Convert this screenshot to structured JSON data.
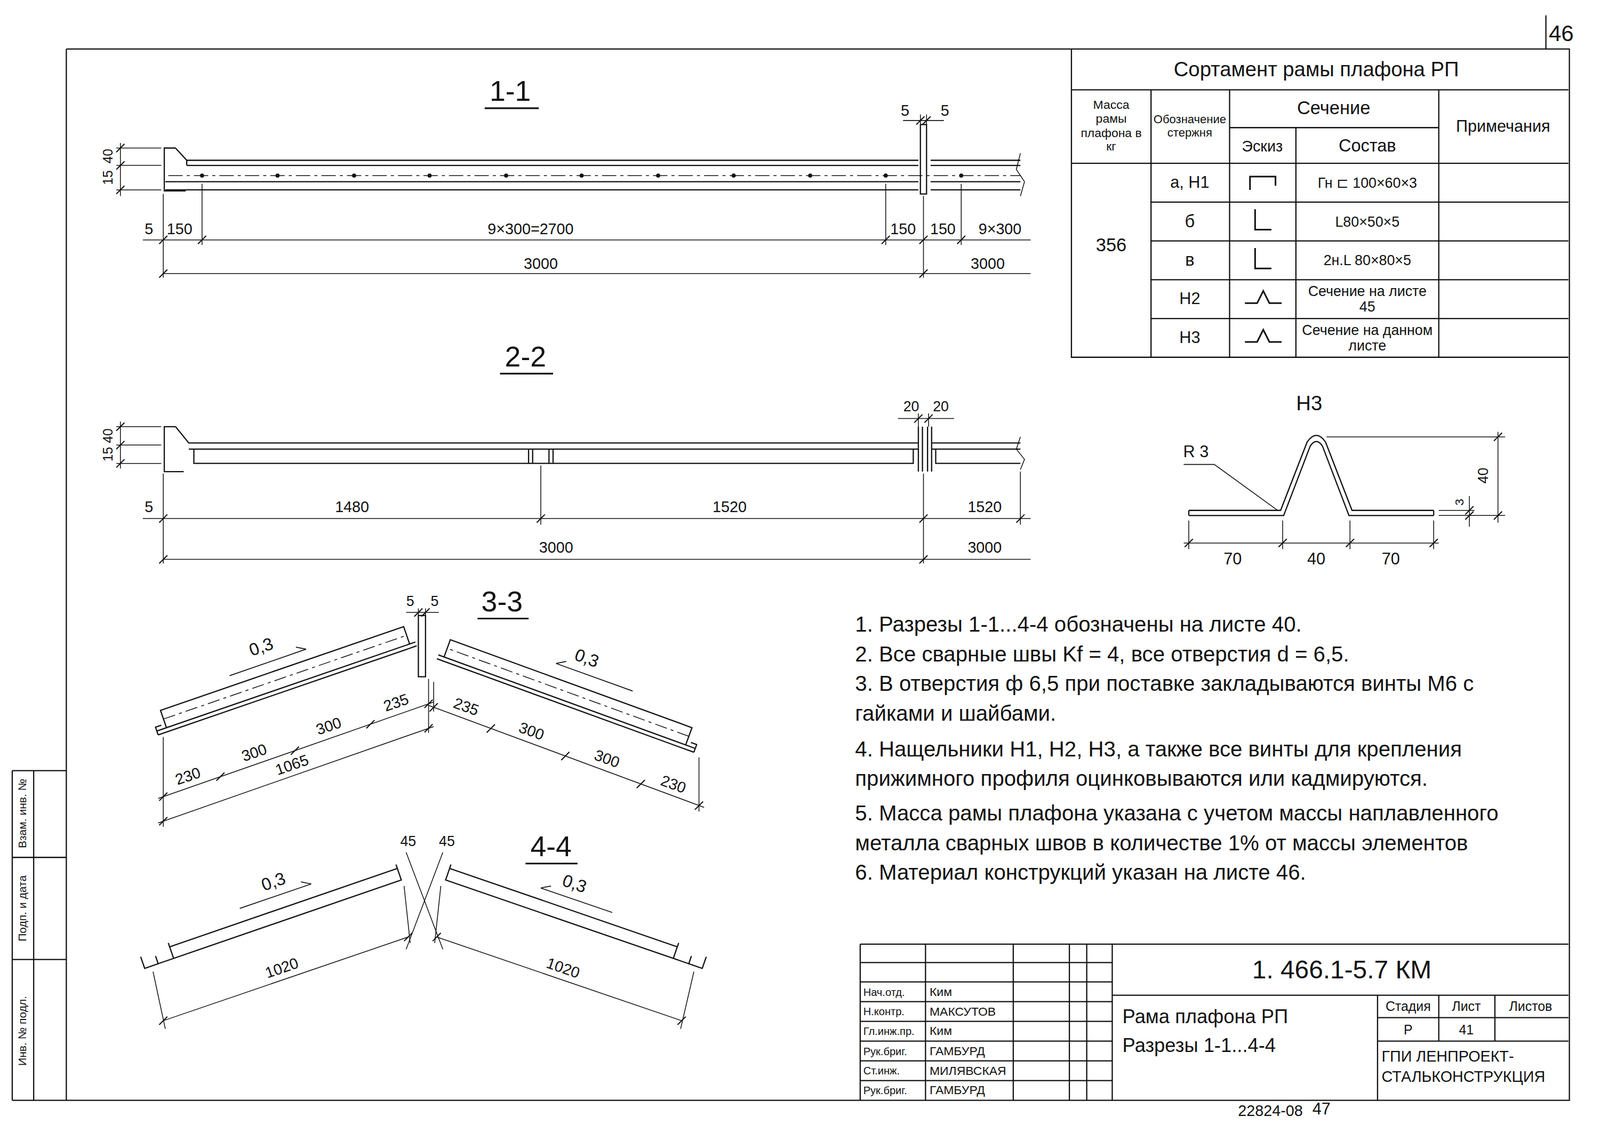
{
  "diagram": {
    "labels": [
      "46",
      "1-1",
      "5",
      "5",
      "40",
      "15",
      "5",
      "150",
      "9×300=2700",
      "150",
      "150",
      "9×300",
      "3000",
      "3000",
      "2-2",
      "20",
      "20",
      "40",
      "15",
      "5",
      "1480",
      "1520",
      "1520",
      "3000",
      "3000",
      "3-3",
      "5",
      "5",
      "0,3",
      "0,3",
      "230",
      "300",
      "300",
      "235",
      "1065",
      "235",
      "300",
      "300",
      "230",
      "4-4",
      "45",
      "45",
      "0,3",
      "0,3",
      "1020",
      "1020",
      "Сортамент рамы плафона РП",
      "Масса рамы плафона в кг",
      "Обозначение стержня",
      "Сечение",
      "Эскиз",
      "Состав",
      "Примечания",
      "356",
      "а, Н1",
      "б",
      "в",
      "Н2",
      "Н3",
      "Гн ⊏ 100×60×3",
      "L80×50×5",
      "2н.L 80×80×5",
      "Сечение на листе 45",
      "Сечение на данном листе",
      "Н3",
      "R 3",
      "3",
      "40",
      "70",
      "40",
      "70",
      "1. Разрезы 1-1...4-4 обозначены на листе 40.",
      "2. Все сварные швы Kf = 4, все отверстия d = 6,5.",
      "3. В отверстия ф 6,5 при поставке закладываются винты М6 с гайками и шайбами.",
      "4. Нащельники Н1, Н2, Н3, а также все винты для крепления прижимного профиля оцинковываются или кадмируются.",
      "5. Масса рамы плафона указана с учетом массы наплавленного металла сварных швов в количестве 1% от массы элементов",
      "6. Материал конструкций указан на листе 46.",
      "1. 466.1-5.7 КМ",
      "Рама плафона РП",
      "Разрезы 1-1...4-4",
      "Стадия",
      "Лист",
      "Листов",
      "Р",
      "41",
      "ГПИ ЛЕНПРОЕКТ-СТАЛЬКОНСТРУКЦИЯ",
      "Нач.отд.",
      "Ким",
      "Н.контр.",
      "МАКСУТОВ",
      "Гл.инж.пр.",
      "Ким",
      "Рук.бриг.",
      "ГАМБУРД",
      "Ст.инж.",
      "МИЛЯВСКАЯ",
      "Рук.бриг.",
      "ГАМБУРД",
      "22824-08",
      "47",
      "Взам. инв. №",
      "Подп. и дата",
      "Инв. № подл."
    ]
  }
}
